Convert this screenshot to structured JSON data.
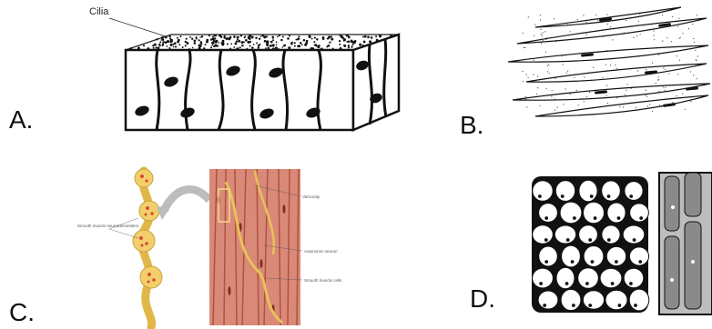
{
  "panels": {
    "a": {
      "letter": "A.",
      "label": "Cilia"
    },
    "b": {
      "letter": "B."
    },
    "c": {
      "letter": "C.",
      "labels": [
        "Smooth muscle neurotransmitters",
        "Varicosity",
        "Autonomic neuron",
        "Smooth muscle cells"
      ]
    },
    "d": {
      "letter": "D."
    }
  }
}
